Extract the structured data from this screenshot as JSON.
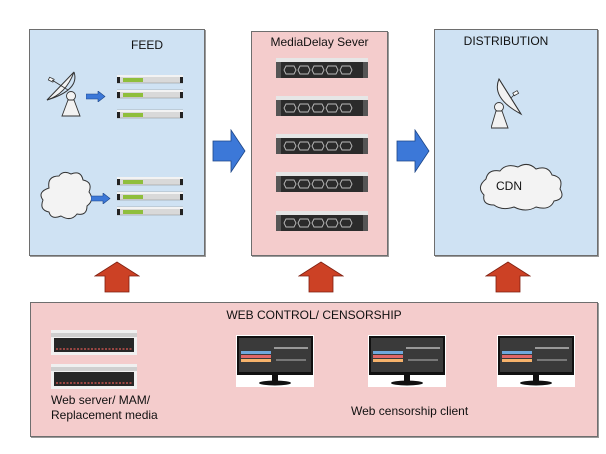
{
  "diagram": {
    "feed": {
      "title": "FEED",
      "sources": [
        "satellite-dish",
        "cloud"
      ]
    },
    "mediadelay": {
      "title": "MediaDelay Sever",
      "server_count": 5
    },
    "distribution": {
      "title": "DISTRIBUTION",
      "outputs": [
        "satellite-dish",
        "cloud"
      ],
      "cdn_label": "CDN"
    },
    "web_control": {
      "title": "WEB CONTROL/ CENSORSHIP",
      "server_label_line1": "Web server/ MAM/",
      "server_label_line2": "Replacement media",
      "client_label": "Web censorship client",
      "client_count": 3
    },
    "colors": {
      "blue_panel": "#cfe2f3",
      "pink_panel": "#f4cccc",
      "flow_arrow": "#3c78d8",
      "control_arrow": "#cc4125"
    }
  }
}
